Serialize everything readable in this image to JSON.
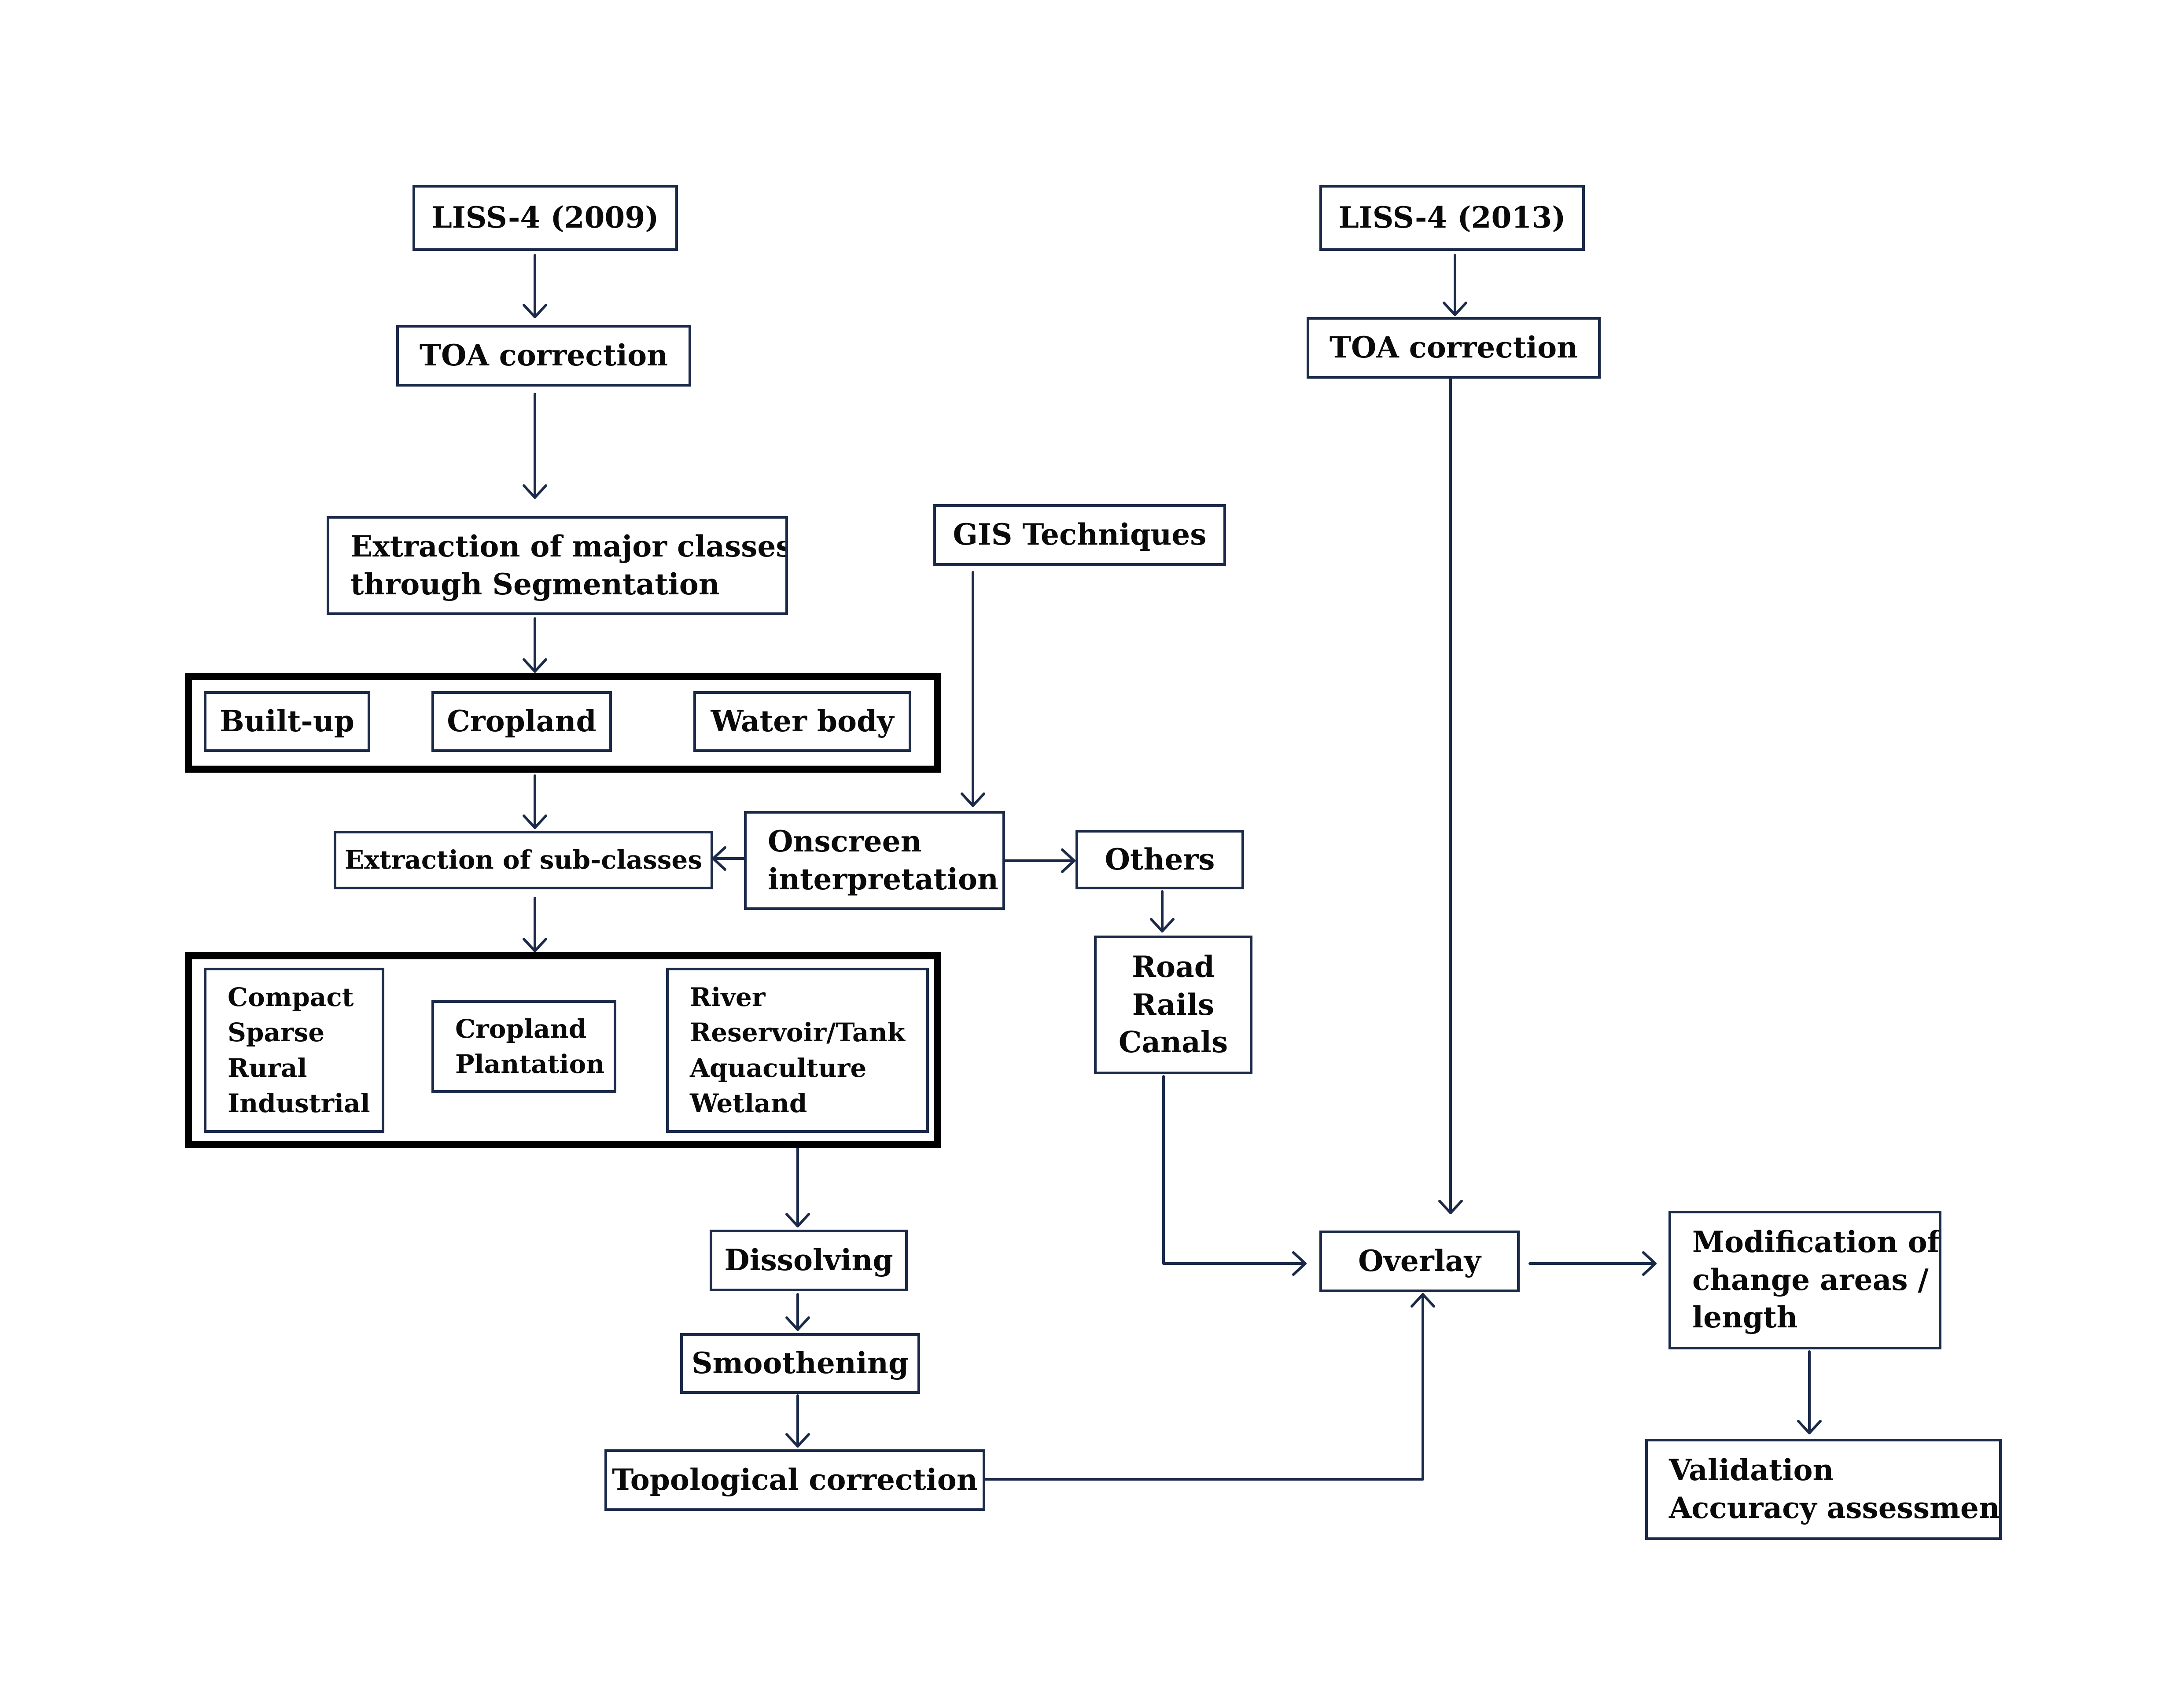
{
  "colors": {
    "line": "#1c2a4a",
    "text": "#0a0a0a",
    "group_border": "#000000",
    "background": "#ffffff"
  },
  "nodes": {
    "liss2009": "LISS-4 (2009)",
    "toa_left": "TOA correction",
    "extraction_major": [
      "Extraction of  major classes",
      "through Segmentation"
    ],
    "builtup": "Built-up",
    "cropland": "Cropland",
    "waterbody": "Water body",
    "extraction_sub": "Extraction of sub-classes",
    "onscreen": [
      "Onscreen",
      "interpretation"
    ],
    "gis": "GIS Techniques",
    "others": "Others",
    "road_rails_canals": [
      "Road",
      "Rails",
      "Canals"
    ],
    "builtup_sub": [
      "Compact",
      "Sparse",
      "Rural",
      "Industrial"
    ],
    "cropland_sub": [
      "Cropland",
      "Plantation"
    ],
    "water_sub": [
      "River",
      "Reservoir/Tank",
      "Aquaculture",
      "Wetland"
    ],
    "dissolving": "Dissolving",
    "smoothening": "Smoothening",
    "topological": "Topological correction",
    "liss2013": "LISS-4 (2013)",
    "toa_right": "TOA correction",
    "overlay": "Overlay",
    "modification": [
      "Modification of",
      "change areas /",
      "length"
    ],
    "validation": [
      "Validation",
      "Accuracy assessment"
    ]
  }
}
